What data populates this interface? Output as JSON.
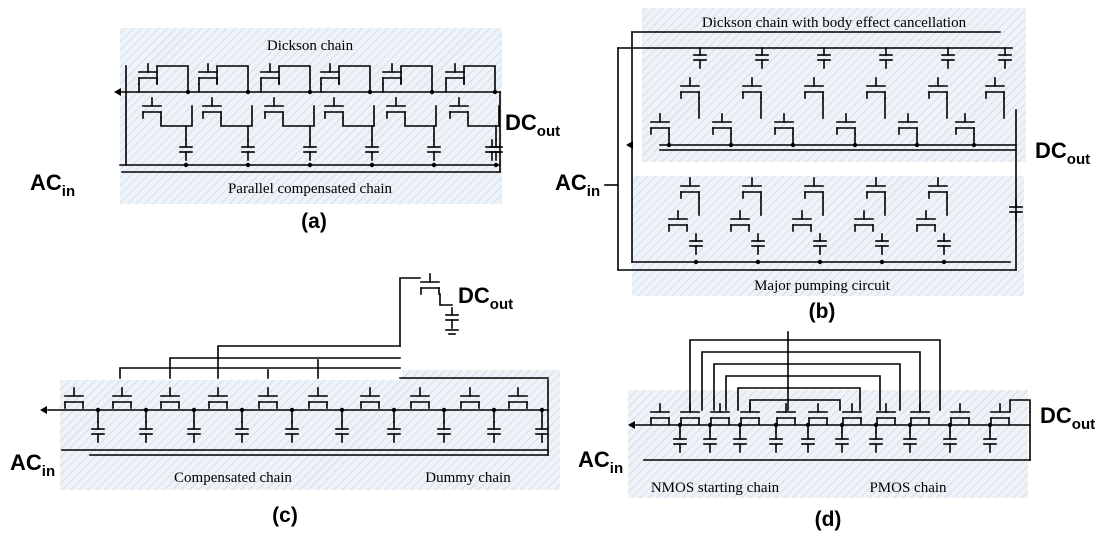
{
  "panel_a": {
    "caption": "(a)",
    "top_label": "Dickson chain",
    "bottom_label": "Parallel compensated chain",
    "input_main": "AC",
    "input_sub": "in",
    "output_main": "DC",
    "output_sub": "out"
  },
  "panel_b": {
    "caption": "(b)",
    "top_label": "Dickson chain with body effect cancellation",
    "bottom_label": "Major pumping circuit",
    "input_main": "AC",
    "input_sub": "in",
    "output_main": "DC",
    "output_sub": "out"
  },
  "panel_c": {
    "caption": "(c)",
    "left_label": "Compensated chain",
    "right_label": "Dummy chain",
    "input_main": "AC",
    "input_sub": "in",
    "output_main": "DC",
    "output_sub": "out"
  },
  "panel_d": {
    "caption": "(d)",
    "left_label": "NMOS starting chain",
    "right_label": "PMOS chain",
    "input_main": "AC",
    "input_sub": "in",
    "output_main": "DC",
    "output_sub": "out"
  }
}
